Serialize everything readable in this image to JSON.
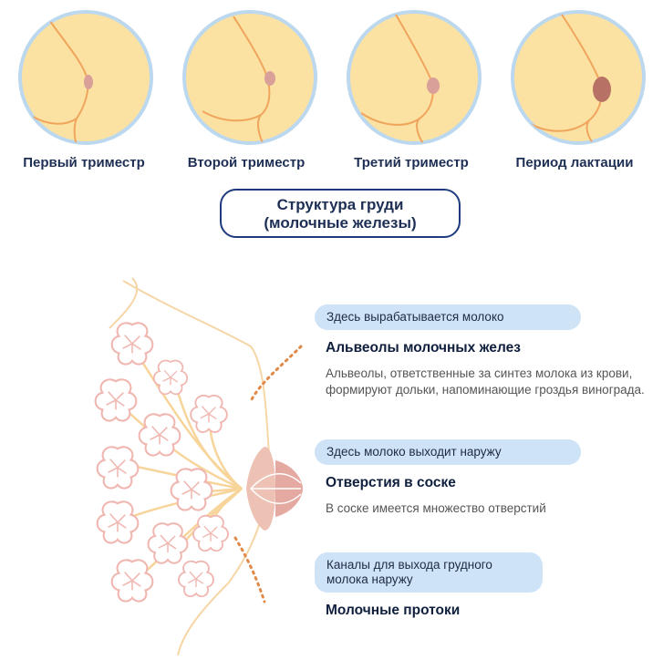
{
  "stages": [
    {
      "label": "Первый триместр"
    },
    {
      "label": "Второй триместр"
    },
    {
      "label": "Третий триместр"
    },
    {
      "label": "Период лактации"
    }
  ],
  "title": {
    "line1": "Структура груди",
    "line2": "(молочные железы)"
  },
  "info": [
    {
      "pill": "Здесь вырабатывается молоко",
      "title": "Альвеолы молочных желез",
      "desc": "Альвеолы, ответственные за синтез молока из крови, формируют дольки, напоминающие гроздья винограда."
    },
    {
      "pill": "Здесь молоко выходит наружу",
      "title": "Отверстия в соске",
      "desc": "В соске имеется множество отверстий"
    },
    {
      "pill": "Каналы для выхода грудного молока наружу",
      "title": "Молочные протоки",
      "desc": ""
    }
  ],
  "colors": {
    "skin": "#fbe2a3",
    "circle_border": "#bcd8ee",
    "outline": "#f0a55c",
    "nipple": "#d9a099",
    "lactation_nipple": "#b87265",
    "pill_bg": "#cfe3f7",
    "title_border": "#1e3c7d"
  }
}
